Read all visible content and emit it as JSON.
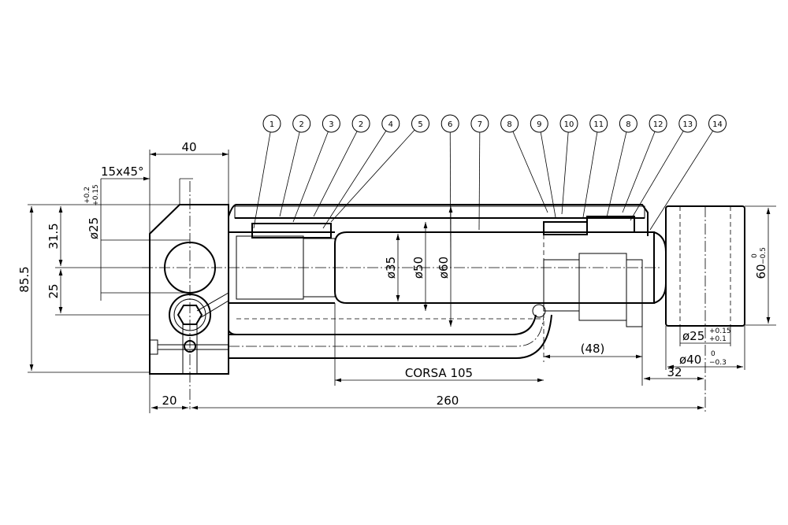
{
  "balloons": [
    "1",
    "2",
    "3",
    "2",
    "4",
    "5",
    "6",
    "7",
    "8",
    "9",
    "10",
    "11",
    "8",
    "12",
    "13",
    "14"
  ],
  "dimensions": {
    "width_40": "40",
    "chamfer": "15x45°",
    "bore_dia": "ø25",
    "bore_tol_upper": "+0.2",
    "bore_tol_lower": "+0.15",
    "h_31_5": "31.5",
    "h_25": "25",
    "h_85_5": "85.5",
    "w_20": "20",
    "w_260": "260",
    "stroke": "CORSA 105",
    "w_48": "(48)",
    "w_32": "32",
    "rod_dia": "ø35",
    "piston_dia": "ø50",
    "tube_dia": "ø60",
    "eye_height": "60",
    "eye_h_tol_upper": "0",
    "eye_h_tol_lower": "−0.5",
    "eye_bore": "ø25",
    "eye_bore_tol_upper": "+0.15",
    "eye_bore_tol_lower": "+0.1",
    "eye_outer": "ø40",
    "eye_outer_tol_upper": "0",
    "eye_outer_tol_lower": "−0.3"
  }
}
